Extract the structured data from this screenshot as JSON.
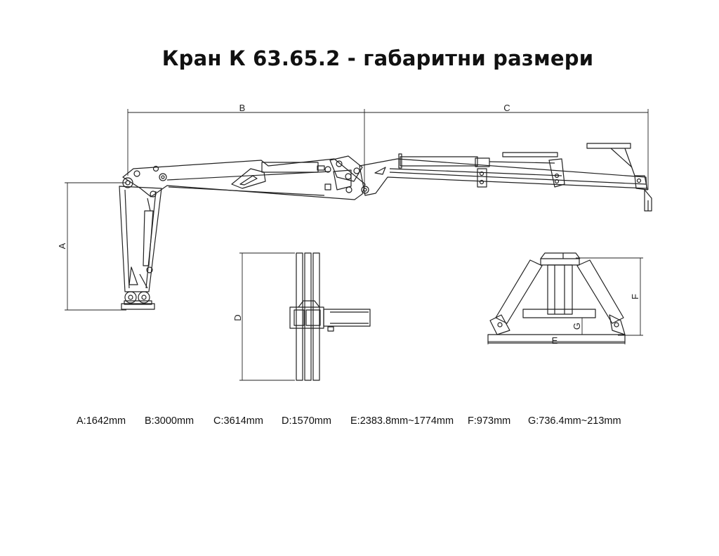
{
  "title": "Кран К 63.65.2 - габаритни размери",
  "dimension_labels": {
    "a": "A",
    "b": "B",
    "c": "C",
    "d": "D",
    "e": "E",
    "f": "F",
    "g": "G"
  },
  "dimension_legend": [
    "A:1642mm",
    "B:3000mm",
    "C:3614mm",
    "D:1570mm",
    "E:2383.8mm~1774mm",
    "F:973mm",
    "G:736.4mm~213mm"
  ]
}
